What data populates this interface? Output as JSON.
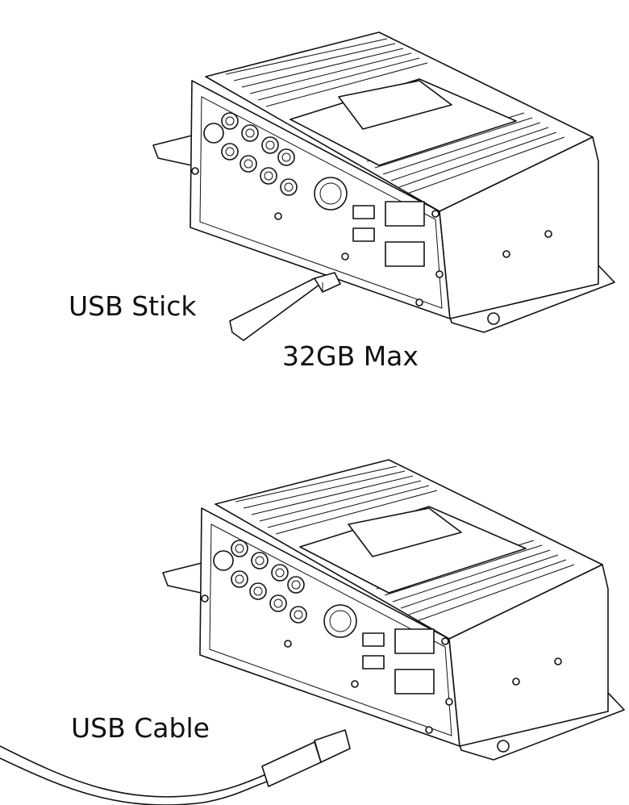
{
  "labels": {
    "usb_stick": "USB Stick",
    "capacity": "32GB Max",
    "usb_cable": "USB Cable"
  },
  "colors": {
    "line": "#111111",
    "background": "#ffffff"
  },
  "icons": [
    "device-unit-icon",
    "usb-stick-icon",
    "usb-cable-icon"
  ]
}
